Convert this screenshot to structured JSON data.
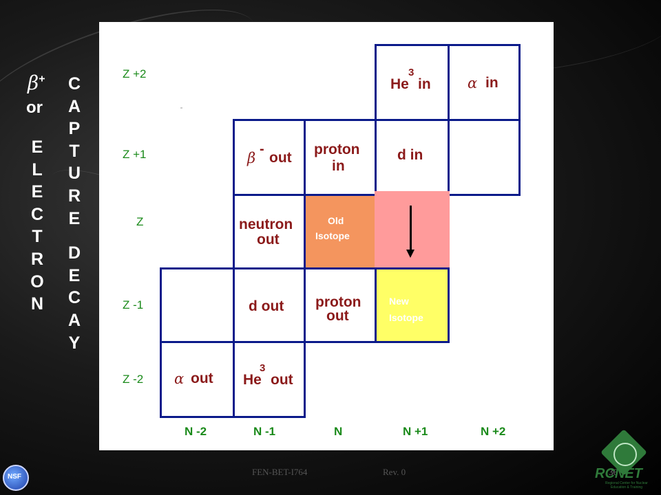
{
  "row_labels": [
    "Z +2",
    "Z +1",
    "Z",
    "Z -1",
    "Z -2"
  ],
  "col_labels": [
    "N -2",
    "N -1",
    "N",
    "N +1",
    "N +2"
  ],
  "cells": {
    "he3_in": {
      "text": "He",
      "sup": "3",
      "suffix": "in"
    },
    "alpha_in": {
      "symbol": "α",
      "text": "in"
    },
    "beta_minus_out": {
      "symbol": "β",
      "sup": "-",
      "text": "out"
    },
    "proton_in": {
      "line1": "proton",
      "line2": "in"
    },
    "d_in": {
      "text": "d in"
    },
    "neutron_out": {
      "line1": "neutron",
      "line2": "out"
    },
    "old_isotope": {
      "line1": "Old",
      "line2": "Isotope"
    },
    "d_out": {
      "text": "d out"
    },
    "proton_out": {
      "line1": "proton",
      "line2": "out"
    },
    "new_isotope": {
      "line1": "New",
      "line2": "Isotope"
    },
    "alpha_out": {
      "symbol": "α",
      "text": "out"
    },
    "he3_out": {
      "text": "He",
      "sup": "3",
      "suffix": "out"
    }
  },
  "left_side": {
    "beta_symbol": "β",
    "beta_sup": "+",
    "or": "or",
    "electron": "ELECTRON",
    "capture_decay": "CAPTUREDECAY"
  },
  "footer": {
    "doc_id": "FEN-BET-I764",
    "rev": "Rev. 0",
    "page": "36"
  },
  "logos": {
    "nsf": "NSF",
    "rcnet": "RCNET",
    "rcnet_sub": "Regional Center for Nuclear Education & Training"
  },
  "colors": {
    "old_isotope": "#f4955e",
    "new_isotope": "#ffff66",
    "highlight": "#ff9b9b",
    "grid_border": "#0a1a8a",
    "cell_text": "#8b1a1a",
    "label_green": "#1a8a1a"
  }
}
